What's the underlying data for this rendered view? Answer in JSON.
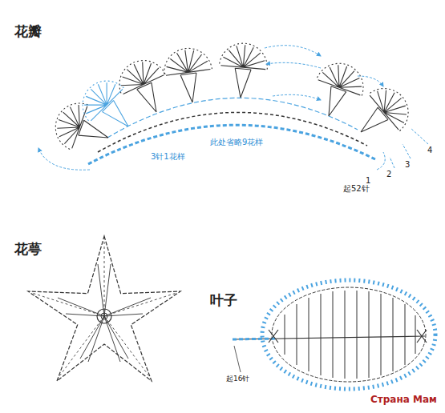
{
  "diagram": {
    "labels": [
      "花瓣",
      "3针1花样",
      "此处省略9花样",
      "起52针",
      "1",
      "2",
      "3",
      "4",
      "花萼",
      "叶子",
      "起16针",
      "Страна Мам"
    ]
  }
}
